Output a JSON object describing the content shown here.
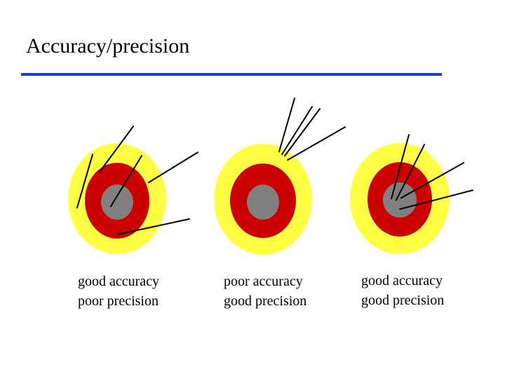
{
  "slide": {
    "title": "Accuracy/precision",
    "rule_color": "#1e3ecf"
  },
  "colors": {
    "outer_ring": "#ffff44",
    "middle_ring": "#cc0000",
    "bullseye": "#808080",
    "dart": "#000000"
  },
  "targets": [
    {
      "accuracy_label": "good accuracy",
      "precision_label": "poor precision"
    },
    {
      "accuracy_label": "poor accuracy",
      "precision_label": "good precision"
    },
    {
      "accuracy_label": "good accuracy",
      "precision_label": "good precision"
    }
  ]
}
